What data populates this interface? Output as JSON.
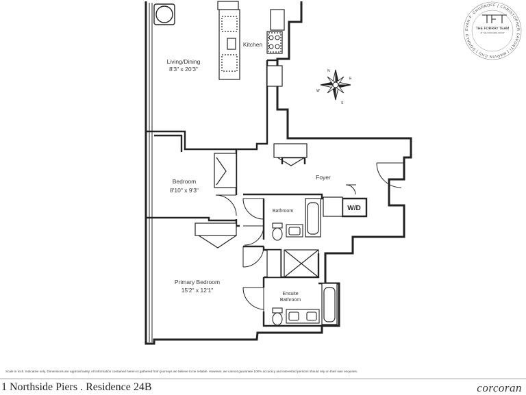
{
  "rooms": {
    "living": {
      "name": "Living/Dining",
      "dims": "8'3\" x 20'3\""
    },
    "kitchen": {
      "name": "Kitchen"
    },
    "foyer": {
      "name": "Foyer"
    },
    "bedroom": {
      "name": "Bedroom",
      "dims": "8'10\" x 9'3\""
    },
    "bathroom": {
      "name": "Bathroom"
    },
    "wd": {
      "name": "W/D"
    },
    "primary": {
      "name": "Primary Bedroom",
      "dims": "15'2\" x 12'1\""
    },
    "ensuite": {
      "name": "Ensuite",
      "name2": "Bathroom"
    }
  },
  "compass": {
    "n": "N",
    "s": "S",
    "e": "E",
    "w": "W"
  },
  "logo": {
    "team": "THE FORRAY TEAM",
    "sub": "AT THE CORCORAN GROUP",
    "ring": "EVAN F. CHUDNOFF | CHRISTOPHER CAVORTI | MARVIN CHU | DONALD LAI |"
  },
  "disclaimer": "Scale in inch. Indicative only. Dimensions are approximately. All information contained herein is gathered from journeys we believe to be reliable. However, we cannot guarantee 100% accuracy and interested persons should rely on their own enquiries.",
  "title": "1 Northside Piers . Residence 24B",
  "brand": "corcoran"
}
